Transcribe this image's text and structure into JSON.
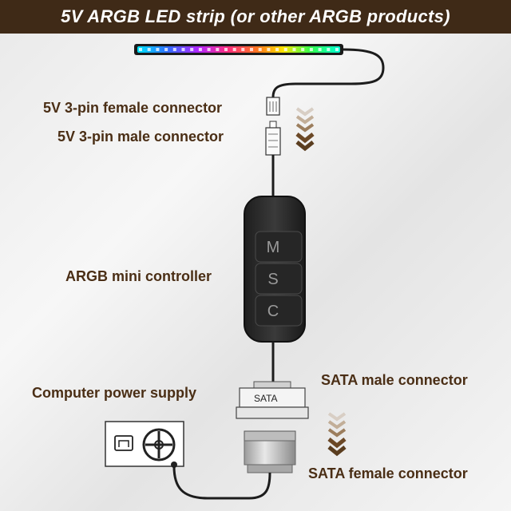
{
  "title": "5V ARGB LED strip (or other ARGB products)",
  "labels": {
    "female_3pin": "5V 3-pin female connector",
    "male_3pin": "5V 3-pin male connector",
    "controller": "ARGB mini controller",
    "psu": "Computer power supply",
    "sata_male": "SATA male connector",
    "sata_female": "SATA female connector"
  },
  "controller_buttons": [
    "M",
    "S",
    "C"
  ],
  "sata_plug_text": "SATA",
  "colors": {
    "header_bg": "#3f2a17",
    "label_text": "#4a2e15",
    "arrow_dark": "#5a3d1f",
    "arrow_light": "#cfc4b8",
    "controller_body": "#2d2d2d"
  }
}
